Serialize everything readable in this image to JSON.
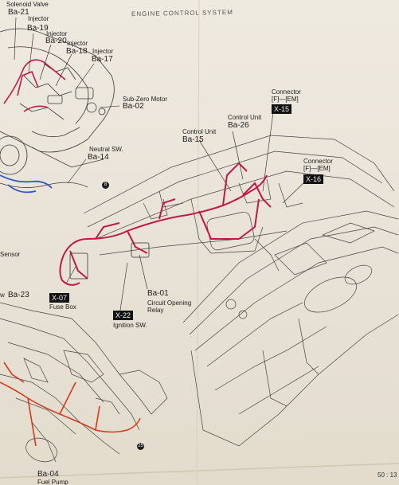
{
  "header": {
    "title": "ENGINE CONTROL SYSTEM",
    "page_number": "50 : 13"
  },
  "labels": [
    {
      "text": "Solenoid Valve",
      "code": "Ba-21"
    },
    {
      "text": "Injector",
      "code": "Ba-19"
    },
    {
      "text": "Injector",
      "code": "Ba-20"
    },
    {
      "text": "Injector",
      "code": "Ba-18"
    },
    {
      "text": "Injector",
      "code": "Ba-17"
    },
    {
      "text": "Sub-Zero Motor",
      "code": "Ba-02"
    },
    {
      "text": "Neutral SW.",
      "code": "Ba-14"
    },
    {
      "text": "Control Unit",
      "code": "Ba-15"
    },
    {
      "text": "Control Unit",
      "code": "Ba-26"
    },
    {
      "text": "Connector [F]—[EM]",
      "code": "X-15"
    },
    {
      "text": "Connector [F]—[EM]",
      "code": "X-16"
    },
    {
      "text": "Fuse Box",
      "code": "X-07"
    },
    {
      "text": "Ignition SW.",
      "code": "X-22"
    },
    {
      "text": "Circuit Opening Relay",
      "code": "Ba-01"
    },
    {
      "text": "Sensor",
      "code": ""
    },
    {
      "text": "w",
      "code": "Ba-23"
    },
    {
      "text": "Fuel Pump",
      "code": "Ba-04"
    }
  ],
  "markers": [
    "8",
    "25"
  ],
  "colors": {
    "harness": "#c01848",
    "harness_blue": "#2f55c8",
    "line": "#3a3a3a"
  }
}
